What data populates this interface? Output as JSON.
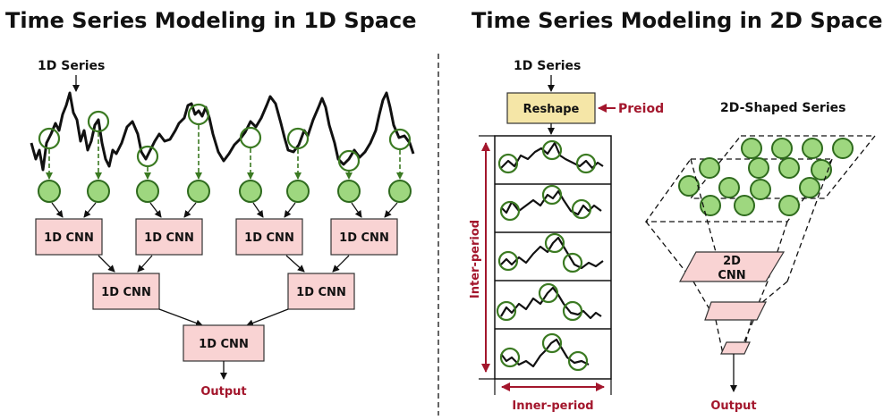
{
  "left": {
    "title": "Time Series Modeling in 1D Space",
    "series_label": "1D Series",
    "cnn_label": "1D CNN",
    "output_label": "Output"
  },
  "right": {
    "title": "Time Series Modeling in 2D Space",
    "series_label": "1D Series",
    "reshape_label": "Reshape",
    "period_label": "Preiod",
    "shaped_label": "2D-Shaped Series",
    "inter_label": "Inter-period",
    "inner_label": "Inner-period",
    "cnn2d_line1": "2D",
    "cnn2d_line2": "CNN",
    "output_label": "Output"
  },
  "colors": {
    "cnn_fill": "#f9d3d3",
    "reshape_fill": "#f5e6a7",
    "node_fill": "#9ed77f",
    "node_stroke": "#2f6b1e",
    "accent_red": "#a3162c"
  }
}
